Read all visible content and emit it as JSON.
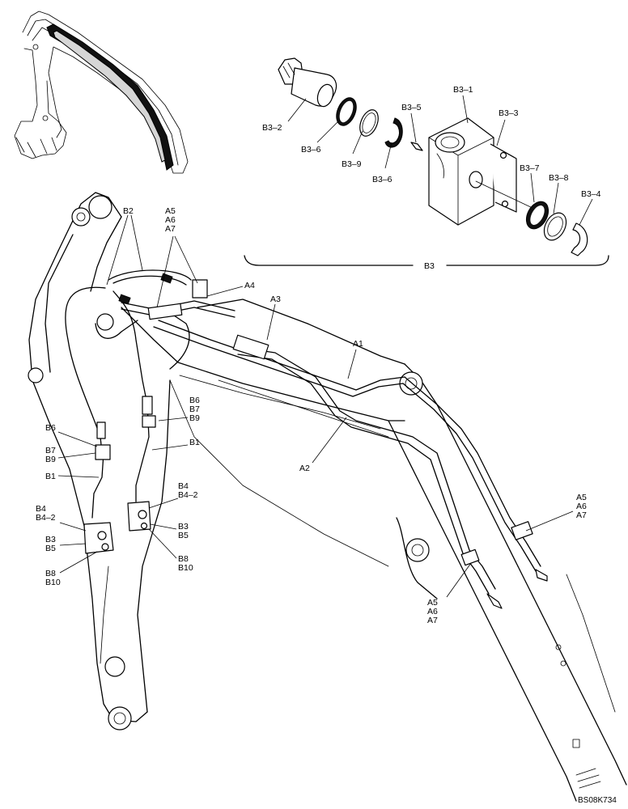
{
  "labels": {
    "b3_1": "B3–1",
    "b3_2": "B3–2",
    "b3_3": "B3–3",
    "b3_4": "B3–4",
    "b3_5": "B3–5",
    "b3_6a": "B3–6",
    "b3_6b": "B3–6",
    "b3_7": "B3–7",
    "b3_8": "B3–8",
    "b3_9": "B3–9",
    "b3": "B3",
    "b2": "B2",
    "a5_top": [
      "A5",
      "A6",
      "A7"
    ],
    "a4": "A4",
    "a3": "A3",
    "a1": "A1",
    "a2": "A2",
    "b6_right": [
      "B6",
      "B7",
      "B9"
    ],
    "b1_right": "B1",
    "b4_right": [
      "B4",
      "B4–2"
    ],
    "b3_b5_right": [
      "B3",
      "B5"
    ],
    "b8_b10_right": [
      "B8",
      "B10"
    ],
    "b6_left": "B6",
    "b7_b9_left": [
      "B7",
      "B9"
    ],
    "b1_left": "B1",
    "b4_left": [
      "B4",
      "B4–2"
    ],
    "b3_b5_left": [
      "B3",
      "B5"
    ],
    "b8_b10_left": [
      "B8",
      "B10"
    ],
    "a5_right": [
      "A5",
      "A6",
      "A7"
    ],
    "a5_bottom": [
      "A5",
      "A6",
      "A7"
    ]
  },
  "drawing_code": "BS08K734"
}
